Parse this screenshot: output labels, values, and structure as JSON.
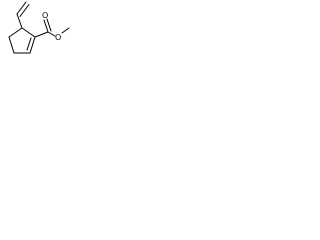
{
  "molecule": {
    "atoms": [
      {
        "id": "O1",
        "element": "O"
      },
      {
        "id": "O2",
        "element": "O"
      }
    ],
    "colors": {
      "bond": "#000000",
      "label": "#000000",
      "background": "#ffffff"
    }
  }
}
